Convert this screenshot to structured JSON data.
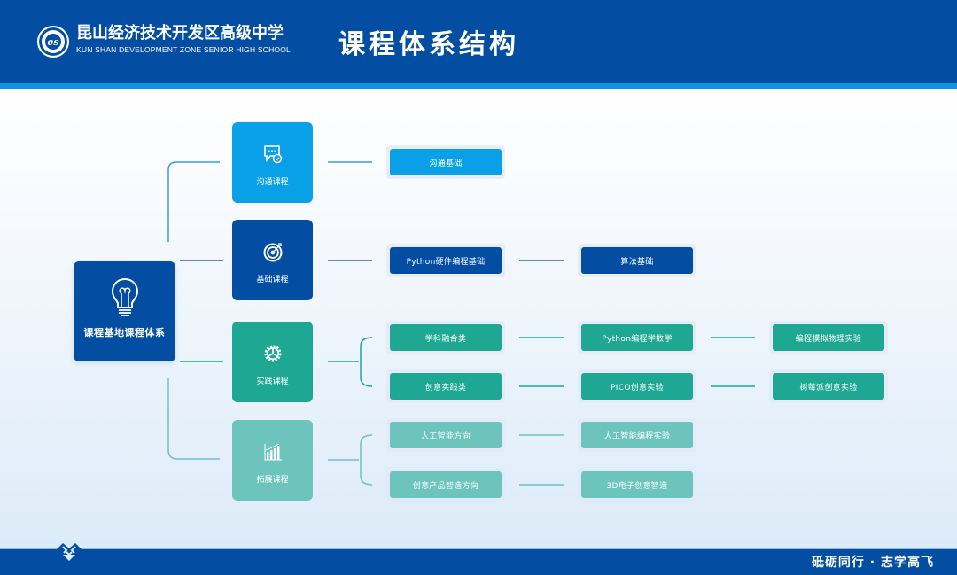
{
  "header": {
    "school_name_cn": "昆山经济技术开发区高级中学",
    "school_name_en": "KUN SHAN DEVELOPMENT ZONE SENIOR HIGH SCHOOL",
    "title": "课程体系结构"
  },
  "colors": {
    "primary": "#034ea2",
    "accent_light_blue": "#0aa0e8",
    "green": "#1ea893",
    "light_teal": "#6cc4bd"
  },
  "diagram": {
    "root": {
      "label": "课程基地课程体系",
      "icon": "lightbulb-icon"
    },
    "categories": [
      {
        "label": "沟通课程",
        "icon": "chat-check-icon"
      },
      {
        "label": "基础课程",
        "icon": "target-icon"
      },
      {
        "label": "实践课程",
        "icon": "gear-icon"
      },
      {
        "label": "拓展课程",
        "icon": "bar-chart-icon"
      }
    ],
    "nodes": {
      "comm_1": "沟通基础",
      "base_1": "Python硬件编程基础",
      "base_2": "算法基础",
      "prac_a1": "学科融合类",
      "prac_a2": "Python编程学数学",
      "prac_a3": "编程模拟物理实验",
      "prac_b1": "创意实践类",
      "prac_b2": "PICO创意实验",
      "prac_b3": "树莓派创意实验",
      "ext_a1": "人工智能方向",
      "ext_a2": "人工智能编程实验",
      "ext_b1": "创意产品智造方向",
      "ext_b2": "3D电子创意智造"
    }
  },
  "footer": {
    "slogan": "砥砺同行 · 志学高飞"
  }
}
